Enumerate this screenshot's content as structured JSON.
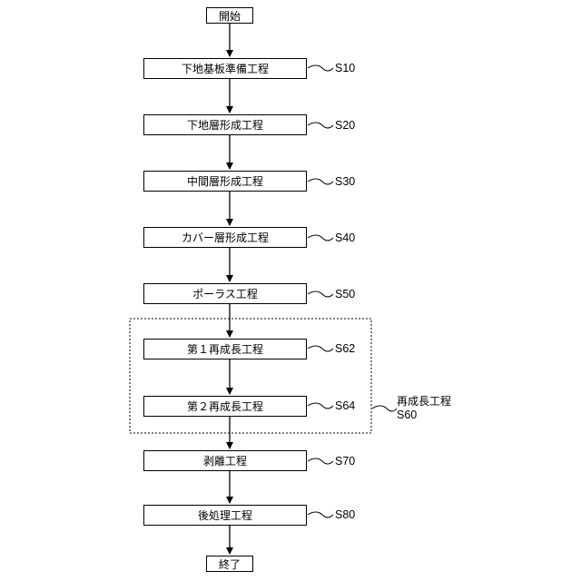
{
  "start_label": "開始",
  "end_label": "終了",
  "steps": [
    {
      "text": "下地基板準備工程",
      "ref": "S10"
    },
    {
      "text": "下地層形成工程",
      "ref": "S20"
    },
    {
      "text": "中間層形成工程",
      "ref": "S30"
    },
    {
      "text": "カバー層形成工程",
      "ref": "S40"
    },
    {
      "text": "ポーラス工程",
      "ref": "S50"
    },
    {
      "text": "第１再成長工程",
      "ref": "S62"
    },
    {
      "text": "第２再成長工程",
      "ref": "S64"
    },
    {
      "text": "剥離工程",
      "ref": "S70"
    },
    {
      "text": "後処理工程",
      "ref": "S80"
    }
  ],
  "group": {
    "title": "再成長工程",
    "ref": "S60"
  }
}
